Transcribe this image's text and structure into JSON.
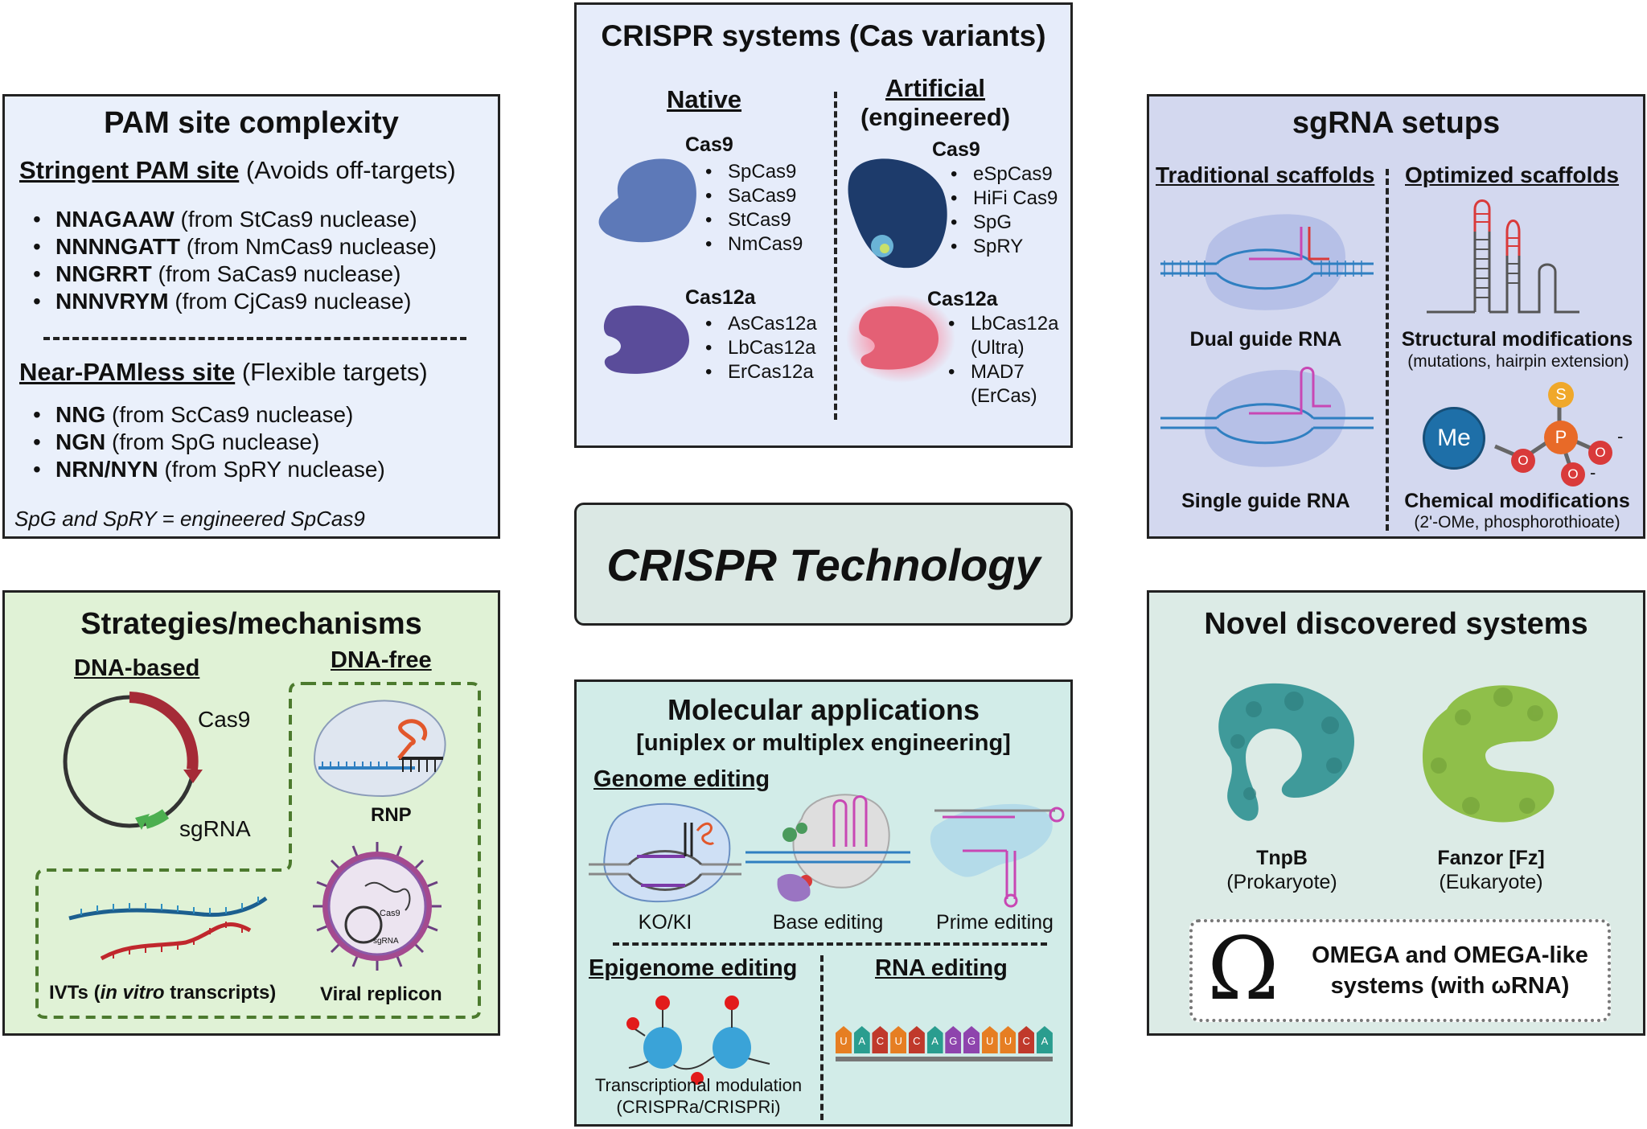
{
  "pam": {
    "title": "PAM site complexity",
    "stringent_heading": "Stringent PAM site",
    "stringent_note": "(Avoids off-targets)",
    "stringent_items": [
      {
        "seq": "NNAGAAW",
        "src": "(from StCas9 nuclease)"
      },
      {
        "seq": "NNNNGATT",
        "src": "(from NmCas9 nuclease)"
      },
      {
        "seq": "NNGRRT",
        "src": "(from SaCas9 nuclease)"
      },
      {
        "seq": "NNNVRYM",
        "src": "(from CjCas9 nuclease)"
      }
    ],
    "nearless_heading": "Near-PAMless site",
    "nearless_note": "(Flexible targets)",
    "nearless_items": [
      {
        "seq": "NNG",
        "src": "(from ScCas9 nuclease)"
      },
      {
        "seq": "NGN",
        "src": "(from SpG nuclease)"
      },
      {
        "seq": "NRN/NYN",
        "src": "(from SpRY nuclease)"
      }
    ],
    "footnote": "SpG and SpRY = engineered SpCas9"
  },
  "cas": {
    "title": "CRISPR systems (Cas variants)",
    "native_heading": "Native",
    "artificial_heading_1": "Artificial",
    "artificial_heading_2": "(engineered)",
    "native_cas9_label": "Cas9",
    "native_cas9_items": [
      "SpCas9",
      "SaCas9",
      "StCas9",
      "NmCas9"
    ],
    "native_cas12_label": "Cas12a",
    "native_cas12_items": [
      "AsCas12a",
      "LbCas12a",
      "ErCas12a"
    ],
    "art_cas9_label": "Cas9",
    "art_cas9_items": [
      "eSpCas9",
      "HiFi Cas9",
      "SpG",
      "SpRY"
    ],
    "art_cas12_label": "Cas12a",
    "art_cas12_items": [
      {
        "l1": "LbCas12a",
        "l2": "(Ultra)"
      },
      {
        "l1": "MAD7",
        "l2": "(ErCas)"
      }
    ]
  },
  "sgrna": {
    "title": "sgRNA setups",
    "trad_heading": "Traditional scaffolds",
    "opt_heading": "Optimized scaffolds",
    "dual_label": "Dual guide RNA",
    "single_label": "Single guide RNA",
    "struct_label": "Structural modifications",
    "struct_sub": "(mutations, hairpin extension)",
    "chem_label": "Chemical modifications",
    "chem_sub": "(2'-OMe, phosphorothioate)",
    "me_label": "Me",
    "s_label": "S",
    "p_label": "P",
    "o_label": "O",
    "minus": "-"
  },
  "center": {
    "title": "CRISPR Technology"
  },
  "strategies": {
    "title": "Strategies/mechanisms",
    "dna_based": "DNA-based",
    "dna_free": "DNA-free",
    "cas9_label": "Cas9",
    "sgrna_label": "sgRNA",
    "rnp_label": "RNP",
    "ivt_prefix": "IVTs (",
    "ivt_italic": "in vitro",
    "ivt_suffix": " transcripts)",
    "viral_label": "Viral replicon",
    "virus_cas9": "Cas9",
    "virus_sgrna": "sgRNA"
  },
  "molecular": {
    "title": "Molecular applications",
    "subtitle": "[uniplex or multiplex engineering]",
    "genome_heading": "Genome editing",
    "ko_label": "KO/KI",
    "base_label": "Base editing",
    "prime_label": "Prime editing",
    "epi_heading": "Epigenome editing",
    "rna_heading": "RNA editing",
    "trans_label": "Transcriptional modulation",
    "trans_sub": "(CRISPRa/CRISPRi)",
    "rna_letters": [
      "U",
      "A",
      "C",
      "U",
      "C",
      "A",
      "G",
      "G",
      "U",
      "U",
      "C",
      "A"
    ]
  },
  "novel": {
    "title": "Novel discovered systems",
    "tnpb_label": "TnpB",
    "tnpb_sub": "(Prokaryote)",
    "fanzor_label": "Fanzor [Fz]",
    "fanzor_sub": "(Eukaryote)",
    "omega_symbol": "Ω",
    "omega_line1": "OMEGA and OMEGA-like",
    "omega_line2": "systems (with ωRNA)"
  },
  "colors": {
    "pam_bg": "#eaf0fb",
    "cas_bg": "#e6ecfa",
    "sgrna_bg": "#d3d8ef",
    "strat_bg": "#e0f2d6",
    "mol_bg": "#d2ece8",
    "novel_bg": "#dcebe6",
    "center_bg": "#dbe8e4"
  }
}
